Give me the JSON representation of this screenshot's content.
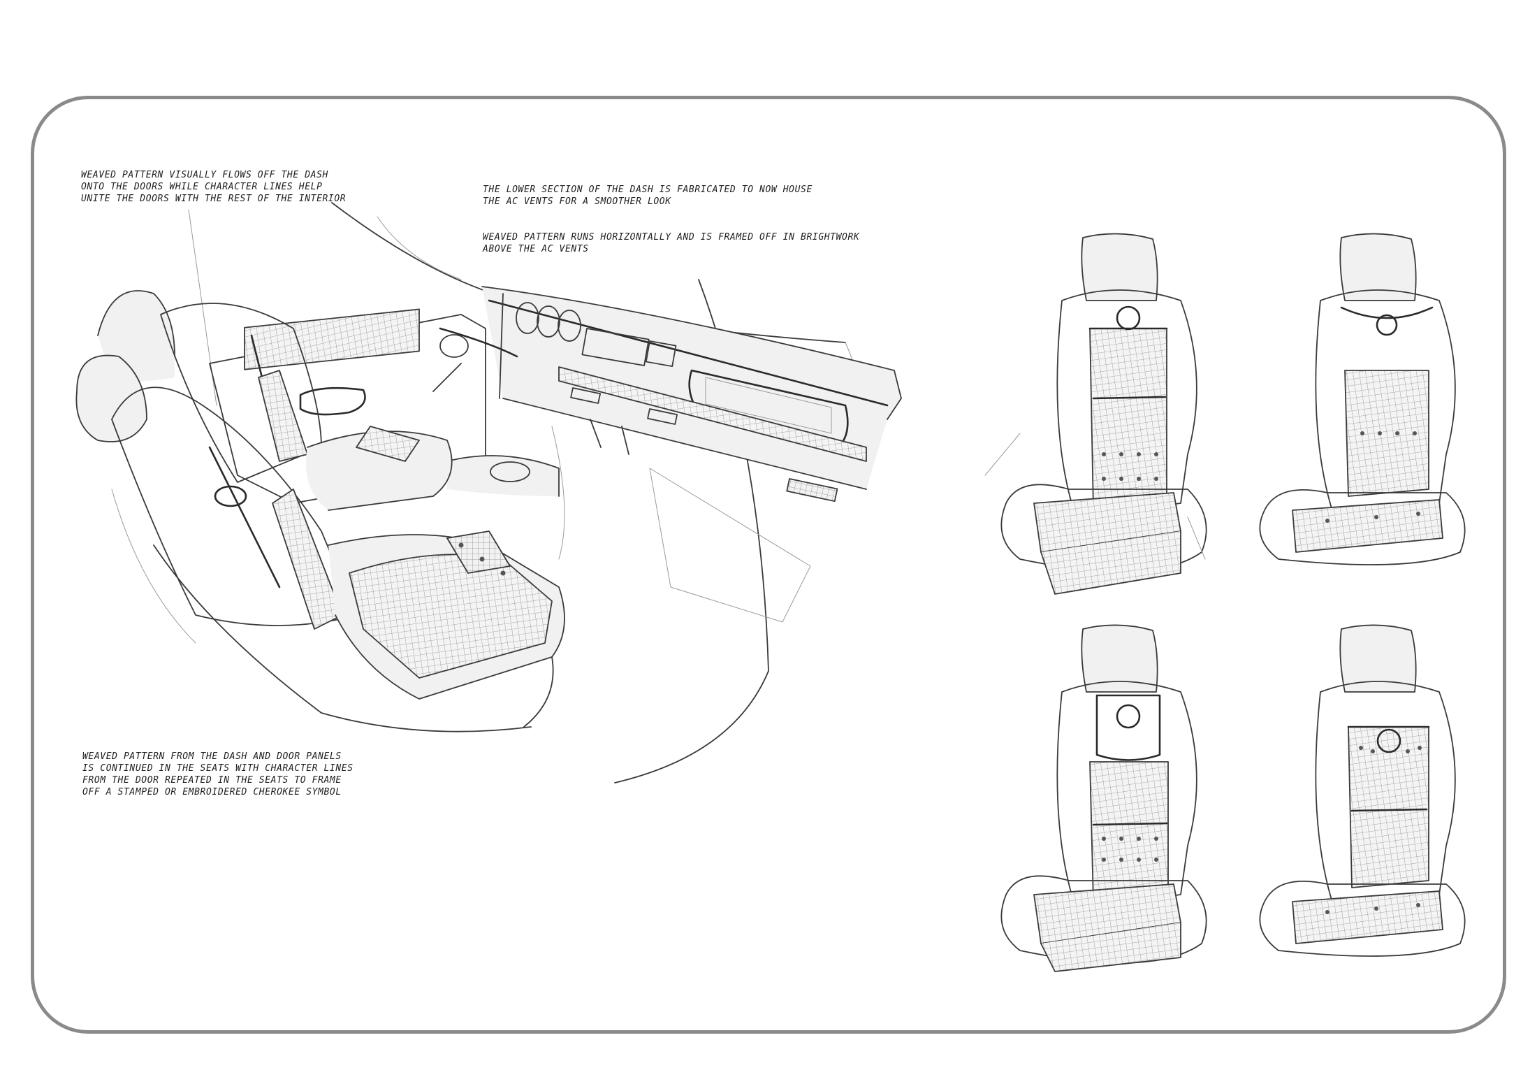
{
  "annotations": {
    "doors": [
      "WEAVED PATTERN VISUALLY FLOWS OFF THE DASH",
      "ONTO THE DOORS WHILE CHARACTER LINES HELP",
      "UNITE THE DOORS WITH THE REST OF THE INTERIOR"
    ],
    "lower_dash": [
      "THE LOWER SECTION OF THE DASH IS FABRICATED TO NOW HOUSE",
      "THE AC VENTS FOR A SMOOTHER LOOK"
    ],
    "weave_horizontal": [
      "WEAVED PATTERN RUNS HORIZONTALLY AND IS FRAMED OFF IN BRIGHTWORK",
      "ABOVE THE AC VENTS"
    ],
    "seats": [
      "WEAVED PATTERN FROM THE DASH AND DOOR PANELS",
      "IS CONTINUED IN THE SEATS WITH CHARACTER LINES",
      "FROM THE DOOR REPEATED IN THE SEATS TO FRAME",
      "OFF A STAMPED OR EMBROIDERED CHEROKEE SYMBOL"
    ]
  },
  "colors": {
    "frame_border": "#8a8a8a",
    "pencil": "#3a3a3a",
    "background": "#ffffff"
  }
}
